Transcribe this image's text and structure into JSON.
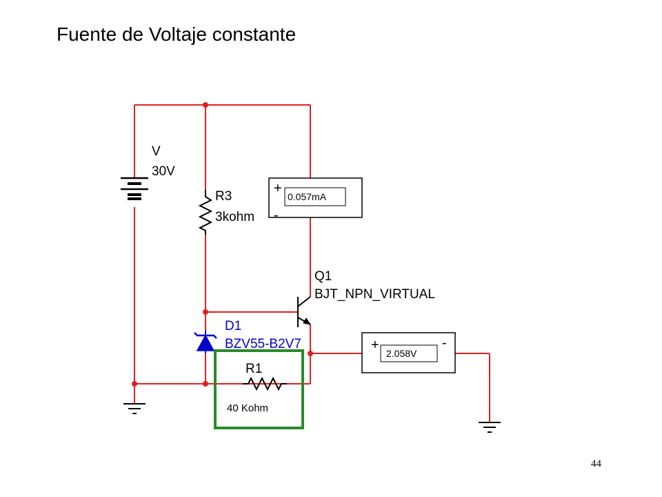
{
  "slide": {
    "title": "Fuente de Voltaje constante",
    "page_number": "44"
  },
  "colors": {
    "wire": "#e02020",
    "component": "#000000",
    "zener": "#0000cc",
    "highlight": "#2a8a2a"
  },
  "components": {
    "source": {
      "name": "V",
      "value": "30V"
    },
    "r3": {
      "name": "R3",
      "value": "3kohm"
    },
    "ammeter": {
      "reading": "0.057mA",
      "plus": "+",
      "minus": "-"
    },
    "q1": {
      "name": "Q1",
      "model": "BJT_NPN_VIRTUAL"
    },
    "d1": {
      "name": "D1",
      "model": "BZV55-B2V7"
    },
    "voltmeter": {
      "reading": "2.058V",
      "plus": "+",
      "minus": "-"
    },
    "r1": {
      "name": "R1",
      "value": "40 Kohm"
    }
  }
}
